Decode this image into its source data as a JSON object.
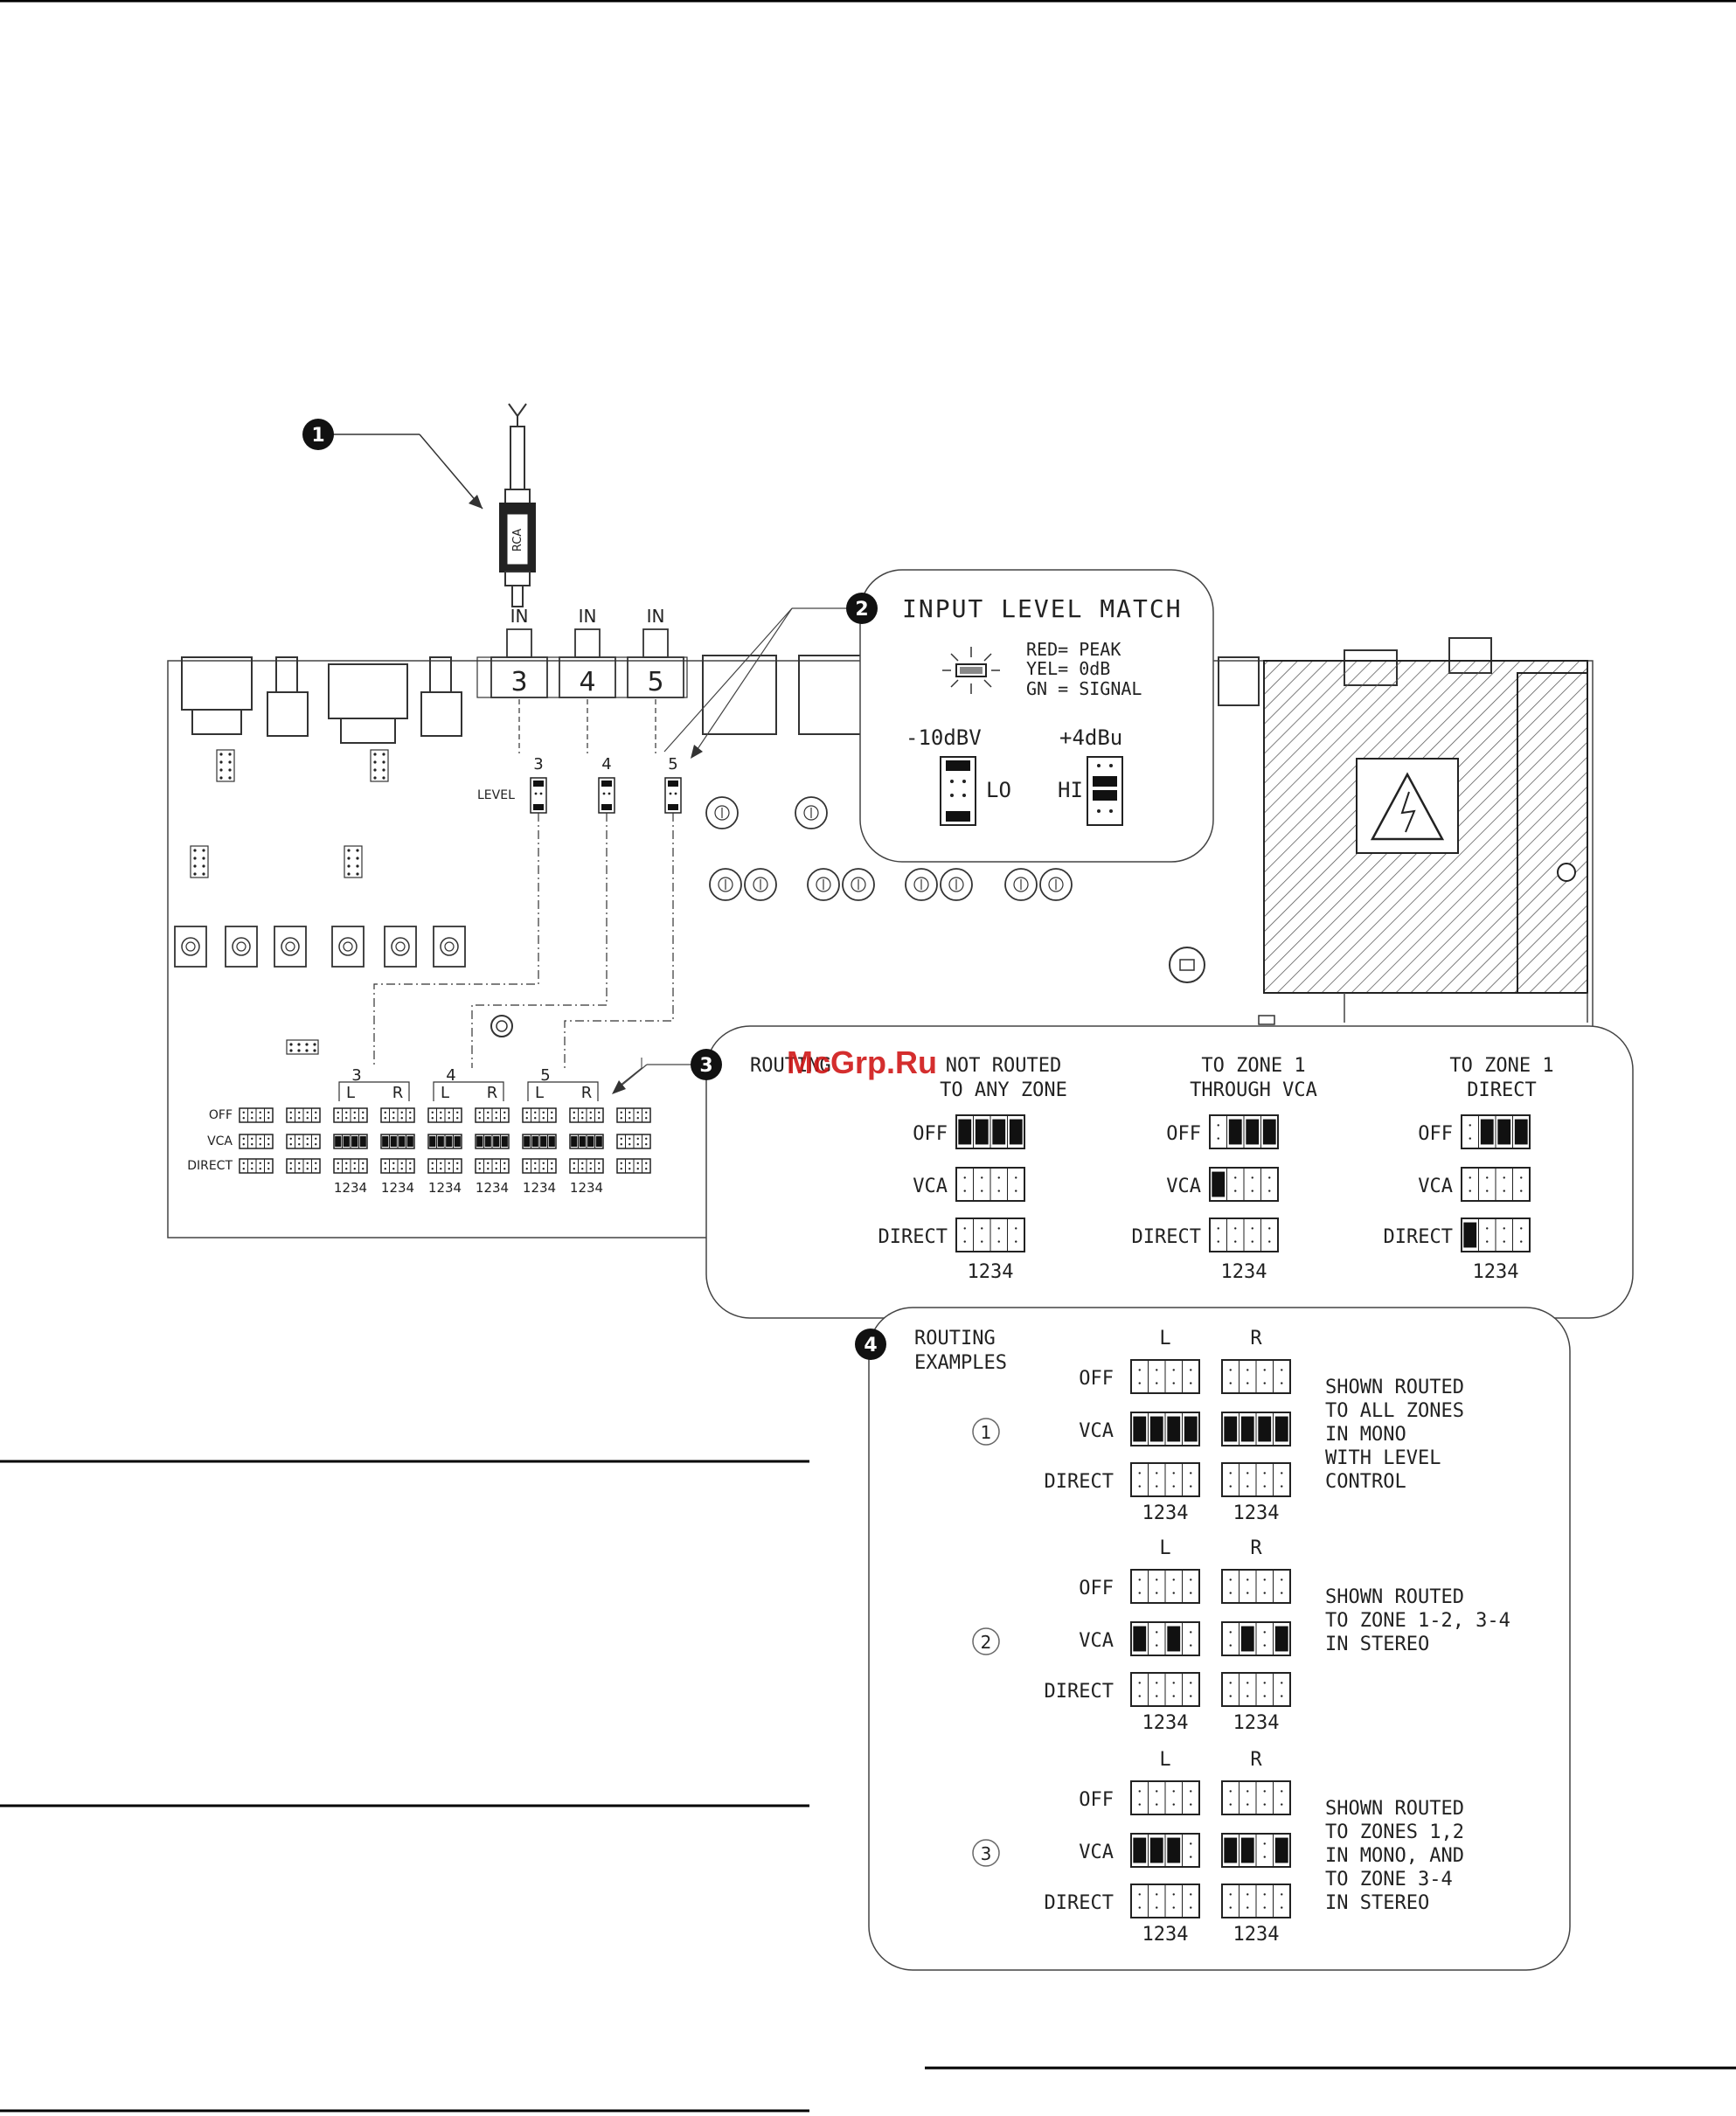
{
  "watermark": "McGrp.Ru",
  "callouts": [
    "1",
    "2",
    "3",
    "4"
  ],
  "cable": {
    "label": "RCA"
  },
  "inputs": {
    "in_label": "IN",
    "numbers": [
      "3",
      "4",
      "5"
    ]
  },
  "board": {
    "level_label": "LEVEL",
    "row_labels": [
      "OFF",
      "VCA",
      "DIRECT"
    ],
    "channels": [
      "3",
      "4",
      "5"
    ],
    "lr": [
      "L",
      "R"
    ],
    "pin_numbers": "1234"
  },
  "level_match": {
    "title": "INPUT LEVEL MATCH",
    "legend": [
      "RED= PEAK",
      "YEL= 0dB",
      "GN = SIGNAL"
    ],
    "lo_setting": "-10dBV",
    "hi_setting": "+4dBu",
    "lo_label": "LO",
    "hi_label": "HI"
  },
  "routing": {
    "title": "ROUTING",
    "columns": [
      {
        "line1": "NOT ROUTED",
        "line2": "TO ANY ZONE"
      },
      {
        "line1": "TO ZONE 1",
        "line2": "THROUGH VCA"
      },
      {
        "line1": "TO ZONE 1",
        "line2": "DIRECT"
      }
    ],
    "rows": [
      "OFF",
      "VCA",
      "DIRECT"
    ],
    "pin_numbers": "1234"
  },
  "examples": {
    "title_line1": "ROUTING",
    "title_line2": "EXAMPLES",
    "lr": [
      "L",
      "R"
    ],
    "rows": [
      "OFF",
      "VCA",
      "DIRECT"
    ],
    "pin_numbers": "1234",
    "items": [
      {
        "number": "1",
        "desc": [
          "SHOWN ROUTED",
          "TO ALL ZONES",
          "IN MONO",
          "WITH LEVEL",
          "CONTROL"
        ]
      },
      {
        "number": "2",
        "desc": [
          "SHOWN ROUTED",
          "TO ZONE 1-2, 3-4",
          "IN STEREO"
        ]
      },
      {
        "number": "3",
        "desc": [
          "SHOWN ROUTED",
          "TO ZONES 1,2",
          "IN MONO, AND",
          "TO ZONE 3-4",
          "IN STEREO"
        ]
      }
    ]
  }
}
